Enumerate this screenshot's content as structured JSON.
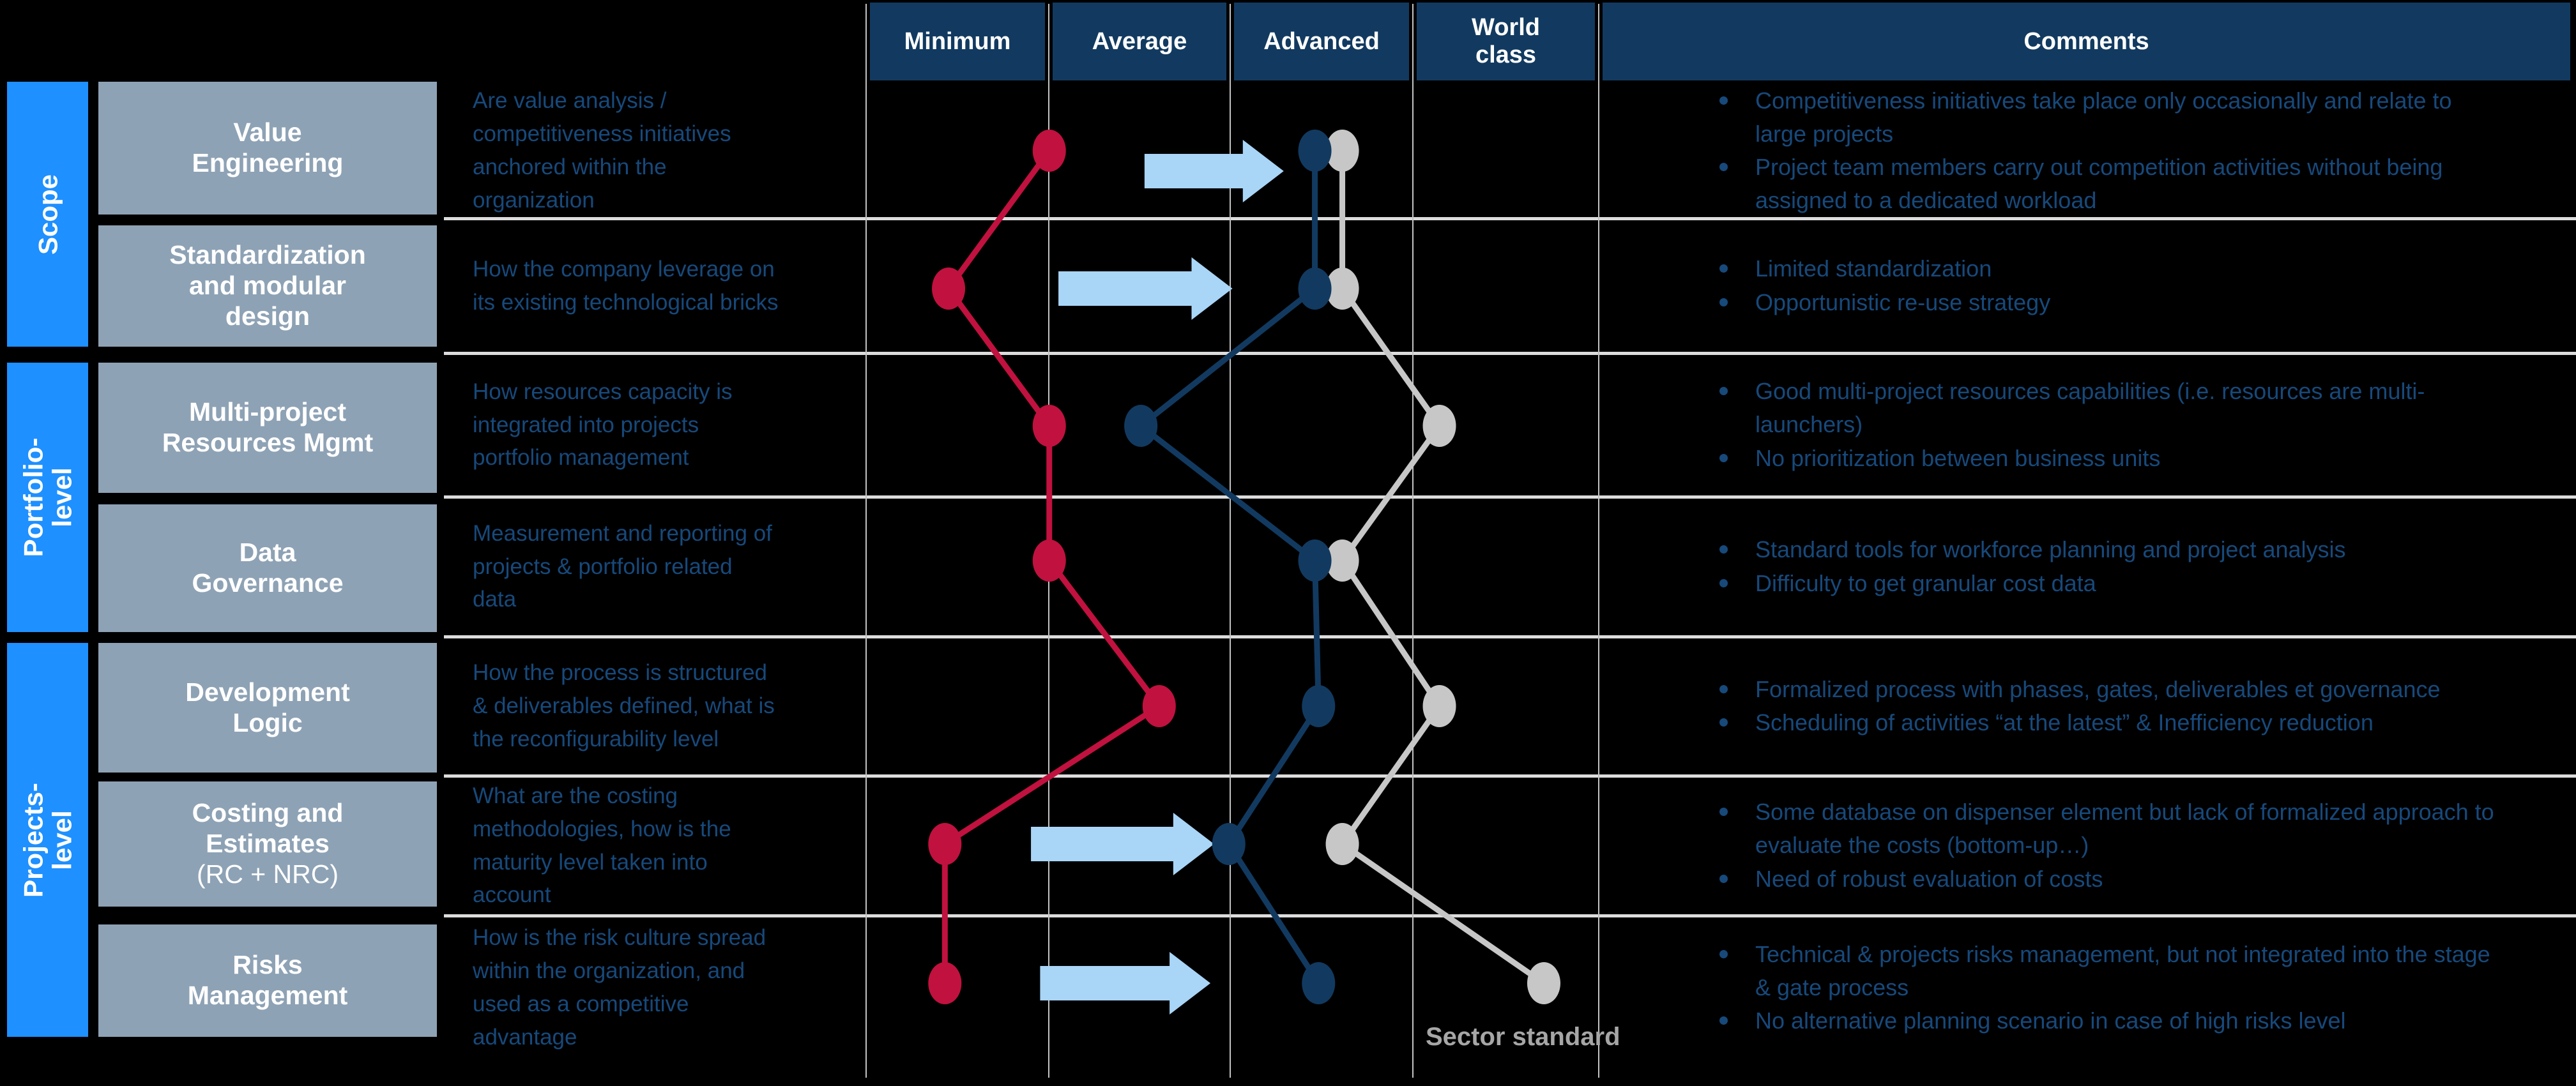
{
  "header": {
    "columns": [
      "Minimum",
      "Average",
      "Advanced",
      "World class"
    ],
    "comments_label": "Comments"
  },
  "sections": [
    {
      "label_lines": [
        "Scope"
      ]
    },
    {
      "label_lines": [
        "Portfolio-",
        "level"
      ]
    },
    {
      "label_lines": [
        "Projects-",
        "level"
      ]
    }
  ],
  "rows": [
    {
      "label_lines": [
        "Value",
        "Engineering"
      ],
      "sublabel": "",
      "description": "Are value analysis / competitiveness initiatives anchored within the organization",
      "comments": [
        "Competitiveness initiatives take place only occasionally and relate to large projects",
        "Project team members carry out competition activities without being assigned to a dedicated workload"
      ],
      "arrow": {
        "from": 2.02,
        "to": 2.78,
        "dy": 32
      }
    },
    {
      "label_lines": [
        "Standardization",
        "and modular",
        "design"
      ],
      "sublabel": "",
      "description": "How the company leverage on its existing technological bricks",
      "comments": [
        "Limited standardization",
        "Opportunistic re-use strategy"
      ],
      "arrow": {
        "from": 1.55,
        "to": 2.5,
        "dy": 0
      }
    },
    {
      "label_lines": [
        "Multi-project",
        "Resources Mgmt"
      ],
      "sublabel": "",
      "description": "How resources capacity is integrated into projects portfolio management",
      "comments": [
        "Good multi-project resources capabilities (i.e. resources are multi-launchers)",
        "No prioritization between business units"
      ],
      "arrow": null
    },
    {
      "label_lines": [
        "Data",
        "Governance"
      ],
      "sublabel": "",
      "description": "Measurement and reporting of projects & portfolio related data",
      "comments": [
        "Standard tools for workforce planning and project analysis",
        "Difficulty to get granular cost data"
      ],
      "arrow": null
    },
    {
      "label_lines": [
        "Development",
        "Logic"
      ],
      "sublabel": "",
      "description": "How the process is structured & deliverables defined, what is the reconfigurability level",
      "comments": [
        "Formalized process with phases, gates, deliverables et governance",
        "Scheduling of activities “at the latest” & Inefficiency reduction"
      ],
      "arrow": null
    },
    {
      "label_lines": [
        "Costing and",
        "Estimates"
      ],
      "sublabel": "(RC + NRC)",
      "description": "What are the costing methodologies, how is the maturity level taken into account",
      "comments": [
        "Some database on dispenser element but lack of formalized approach to evaluate the costs (bottom-up…)",
        "Need of robust evaluation of costs"
      ],
      "arrow": {
        "from": 1.4,
        "to": 2.4,
        "dy": 0
      }
    },
    {
      "label_lines": [
        "Risks",
        "Management"
      ],
      "sublabel": "",
      "description": "How is the risk culture spread within the organization, and used as a competitive advantage",
      "comments": [
        "Technical & projects risks management, but not integrated into the stage & gate process",
        "No alternative planning scenario in case of high risks level"
      ],
      "arrow": {
        "from": 1.45,
        "to": 2.38,
        "dy": 0
      }
    }
  ],
  "annotations": {
    "sector_standard": "Sector standard"
  },
  "colors": {
    "background": "#000000",
    "header_box": "#123a60",
    "category_bar": "#1e90ff",
    "row_box": "#8ea2b5",
    "red": "#c1113f",
    "navy": "#123a60",
    "gray": "#c7c7c7",
    "arrow": "#a9d5f7",
    "text_navy": "#17497b",
    "grid_line": "#c4c4c4",
    "separator": "#dcdcdc",
    "sector_text": "#a6a6a6"
  },
  "chart_data": {
    "type": "scatter",
    "title": "",
    "x_scale_labels": [
      "Minimum",
      "Average",
      "Advanced",
      "World class"
    ],
    "x_scale_values": [
      1,
      2,
      3,
      4
    ],
    "categories": [
      "Value Engineering",
      "Standardization and modular design",
      "Multi-project Resources Mgmt",
      "Data Governance",
      "Development Logic",
      "Costing and Estimates (RC + NRC)",
      "Risks Management"
    ],
    "series": [
      {
        "name": "red",
        "color": "#c1113f",
        "values": [
          1.5,
          0.95,
          1.5,
          1.5,
          2.1,
          0.93,
          0.93
        ]
      },
      {
        "name": "navy",
        "color": "#123a60",
        "values": [
          2.95,
          2.95,
          2.0,
          2.95,
          2.97,
          2.48,
          2.97
        ]
      },
      {
        "name": "gray",
        "color": "#c7c7c7",
        "annotation": "Sector standard",
        "values": [
          3.1,
          3.1,
          3.63,
          3.1,
          3.63,
          3.1,
          4.2
        ]
      }
    ],
    "legend_position": "bottom-right-of-grid",
    "grid": true
  }
}
